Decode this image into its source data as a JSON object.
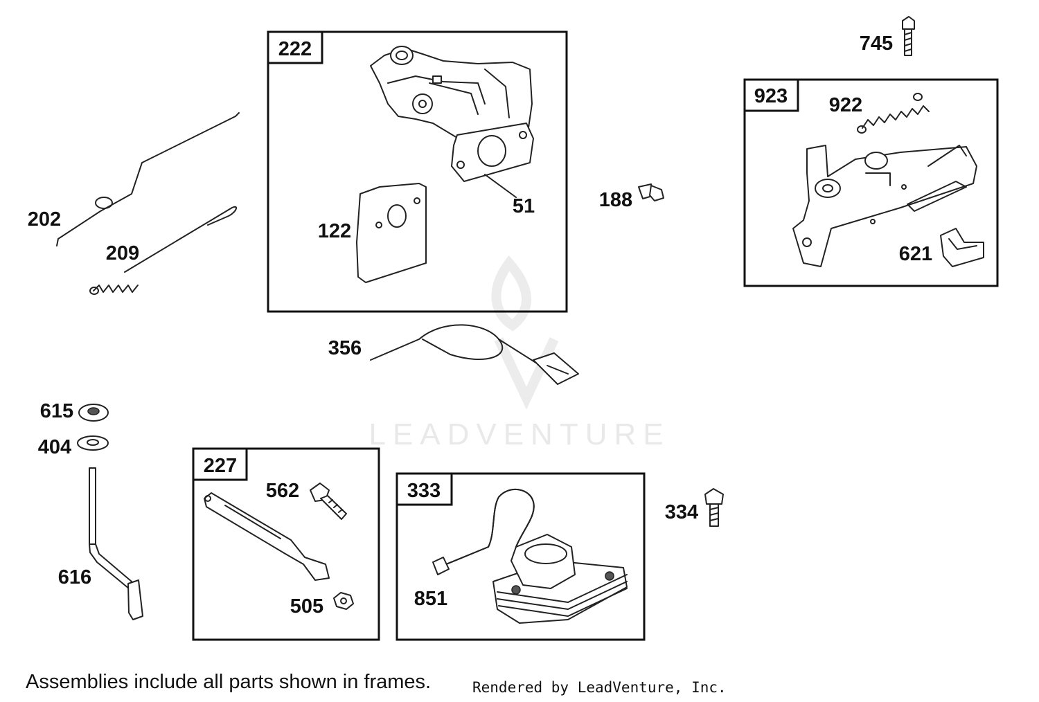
{
  "watermark": {
    "text": "LEADVENTURE"
  },
  "frames": {
    "f222": "222",
    "f923": "923",
    "f227": "227",
    "f333": "333"
  },
  "callouts": {
    "p745": "745",
    "p922": "922",
    "p621": "621",
    "p51": "51",
    "p122": "122",
    "p202": "202",
    "p209": "209",
    "p188": "188",
    "p356": "356",
    "p615": "615",
    "p404": "404",
    "p616": "616",
    "p562": "562",
    "p505": "505",
    "p851": "851",
    "p334": "334"
  },
  "footer": {
    "note": "Assemblies include all parts shown in frames.",
    "credit": "Rendered by LeadVenture, Inc."
  }
}
